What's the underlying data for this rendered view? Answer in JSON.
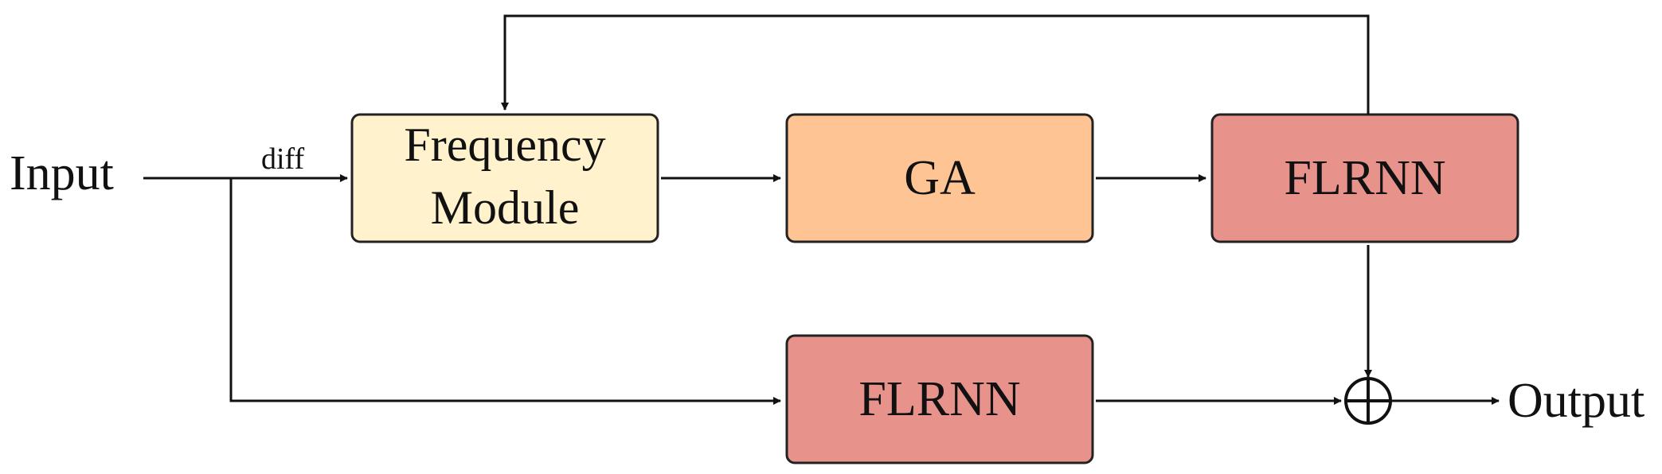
{
  "input_label": "Input",
  "output_label": "Output",
  "edge_label": "diff",
  "nodes": {
    "frequency": {
      "line1": "Frequency",
      "line2": "Module",
      "fill": "#fff2cc"
    },
    "ga": {
      "label": "GA",
      "fill": "#ffc494"
    },
    "flrnn_top": {
      "label": "FLRNN",
      "fill": "#e8928c"
    },
    "flrnn_bottom": {
      "label": "FLRNN",
      "fill": "#e8928c"
    }
  },
  "sum_symbol": "⊕"
}
